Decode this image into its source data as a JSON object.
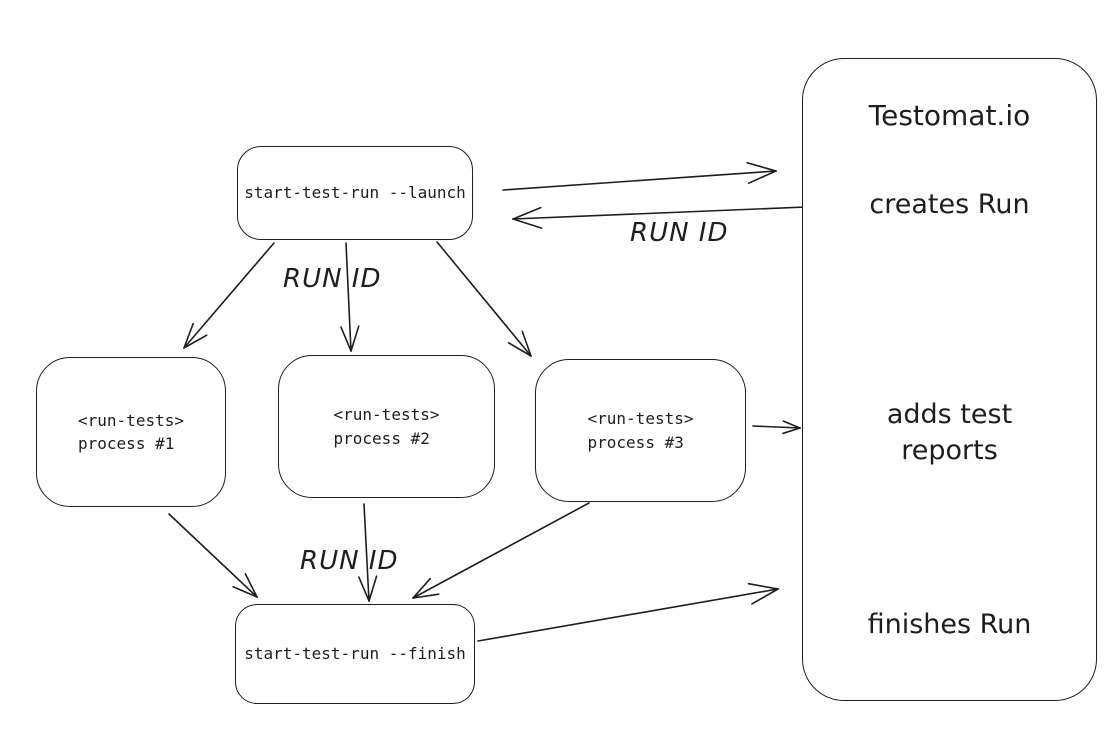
{
  "canvas": {
    "background": "#ffffff",
    "stroke_color": "#1e1e1e"
  },
  "nodes": {
    "launch": {
      "label": "start-test-run --launch"
    },
    "process_1": {
      "label": "<run-tests>\nprocess #1"
    },
    "process_2": {
      "label": "<run-tests>\nprocess #2"
    },
    "process_3": {
      "label": "<run-tests>\nprocess #3"
    },
    "finish": {
      "label": "start-test-run --finish"
    }
  },
  "edge_labels": {
    "launch_to_processes": "RUN ID",
    "processes_to_finish": "RUN ID",
    "testomat_to_launch": "RUN ID"
  },
  "testomat_panel": {
    "title": "Testomat.io",
    "steps": [
      "creates Run",
      "adds test reports",
      "finishes Run"
    ]
  }
}
